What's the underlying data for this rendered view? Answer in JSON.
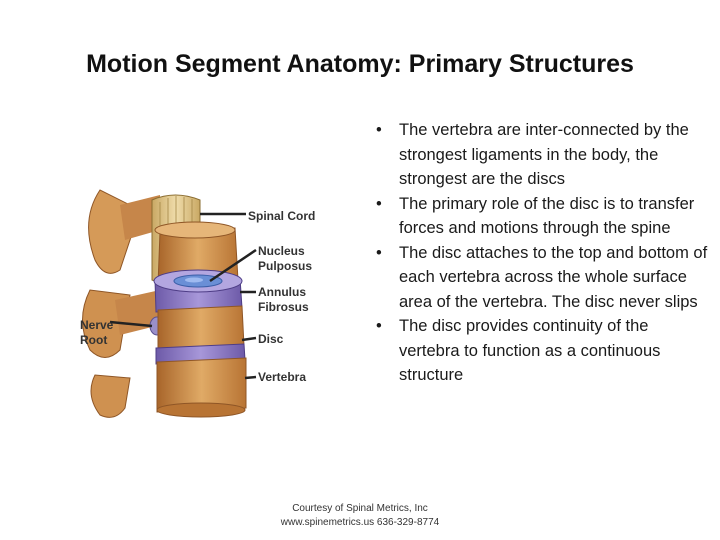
{
  "slide": {
    "title": "Motion Segment Anatomy: Primary Structures"
  },
  "figure": {
    "labels": {
      "spinal_cord": "Spinal Cord",
      "nucleus_line1": "Nucleus",
      "nucleus_line2": "Pulposus",
      "annulus_line1": "Annulus",
      "annulus_line2": "Fibrosus",
      "disc": "Disc",
      "vertebra": "Vertebra",
      "nerve_line1": "Nerve",
      "nerve_line2": "Root"
    },
    "colors": {
      "bone": "#d9a05a",
      "bone_dark": "#a8652a",
      "disc_purple": "#8e7bc7",
      "nucleus_blue": "#6a8fd6",
      "cord": "#e4c98a"
    }
  },
  "bullets": [
    "The vertebra are inter-connected by the strongest ligaments in the body, the strongest are the discs",
    "The primary role of the disc is to transfer forces and motions through the spine",
    "The disc attaches to the top and bottom of each vertebra across the whole surface area  of the vertebra. The disc never slips",
    "The disc provides continuity of the vertebra to function as a continuous structure"
  ],
  "credit": {
    "line1": "Courtesy of Spinal Metrics, Inc",
    "line2": "www.spinemetrics.us  636-329-8774"
  }
}
